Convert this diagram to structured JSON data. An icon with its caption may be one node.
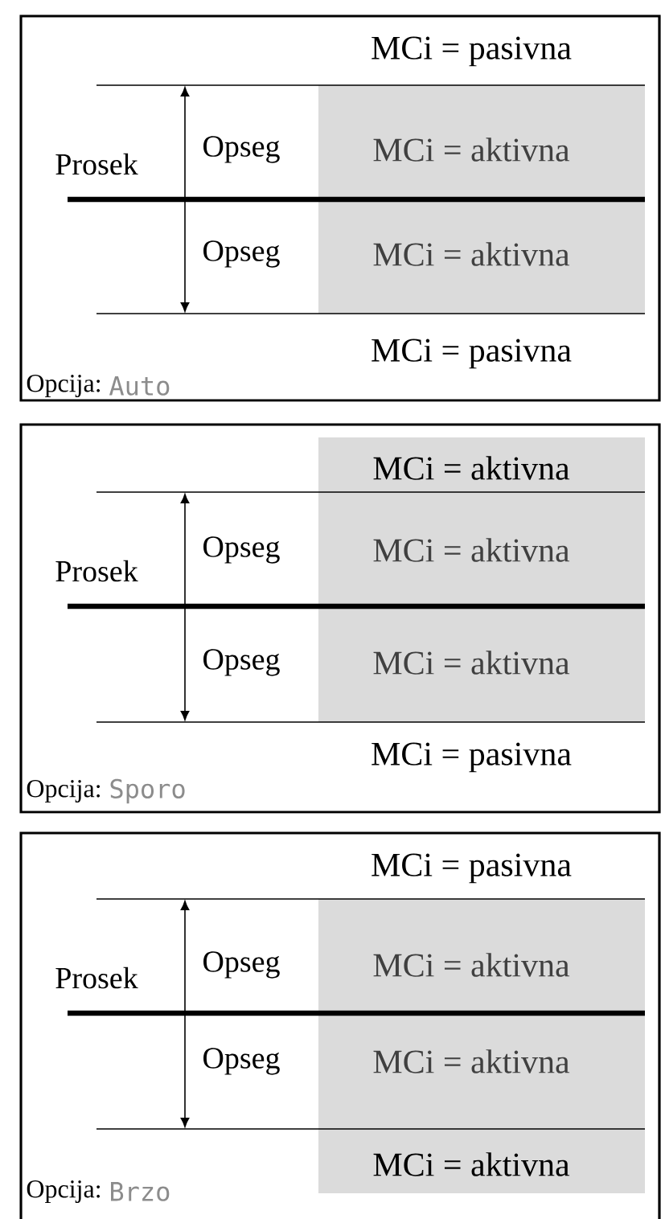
{
  "diagram": {
    "nodes": [
      {
        "text": [
          "MCi = pasivna",
          "Prosek",
          "Opseg",
          "MCi = aktivna",
          "Opseg",
          "MCi = aktivna",
          "MCi = pasivna",
          "Opcija:",
          "Auto"
        ]
      },
      {
        "text": [
          "MCi = aktivna",
          "Prosek",
          "Opseg",
          "MCi = aktivna",
          "Opseg",
          "MCi = aktivna",
          "MCi = pasivna",
          "Opcija:",
          "Sporo"
        ]
      },
      {
        "text": [
          "MCi = pasivna",
          "Prosek",
          "Opseg",
          "MCi = aktivna",
          "Opseg",
          "MCi = aktivna",
          "MCi = aktivna",
          "Opcija:",
          "Brzo"
        ]
      }
    ]
  }
}
